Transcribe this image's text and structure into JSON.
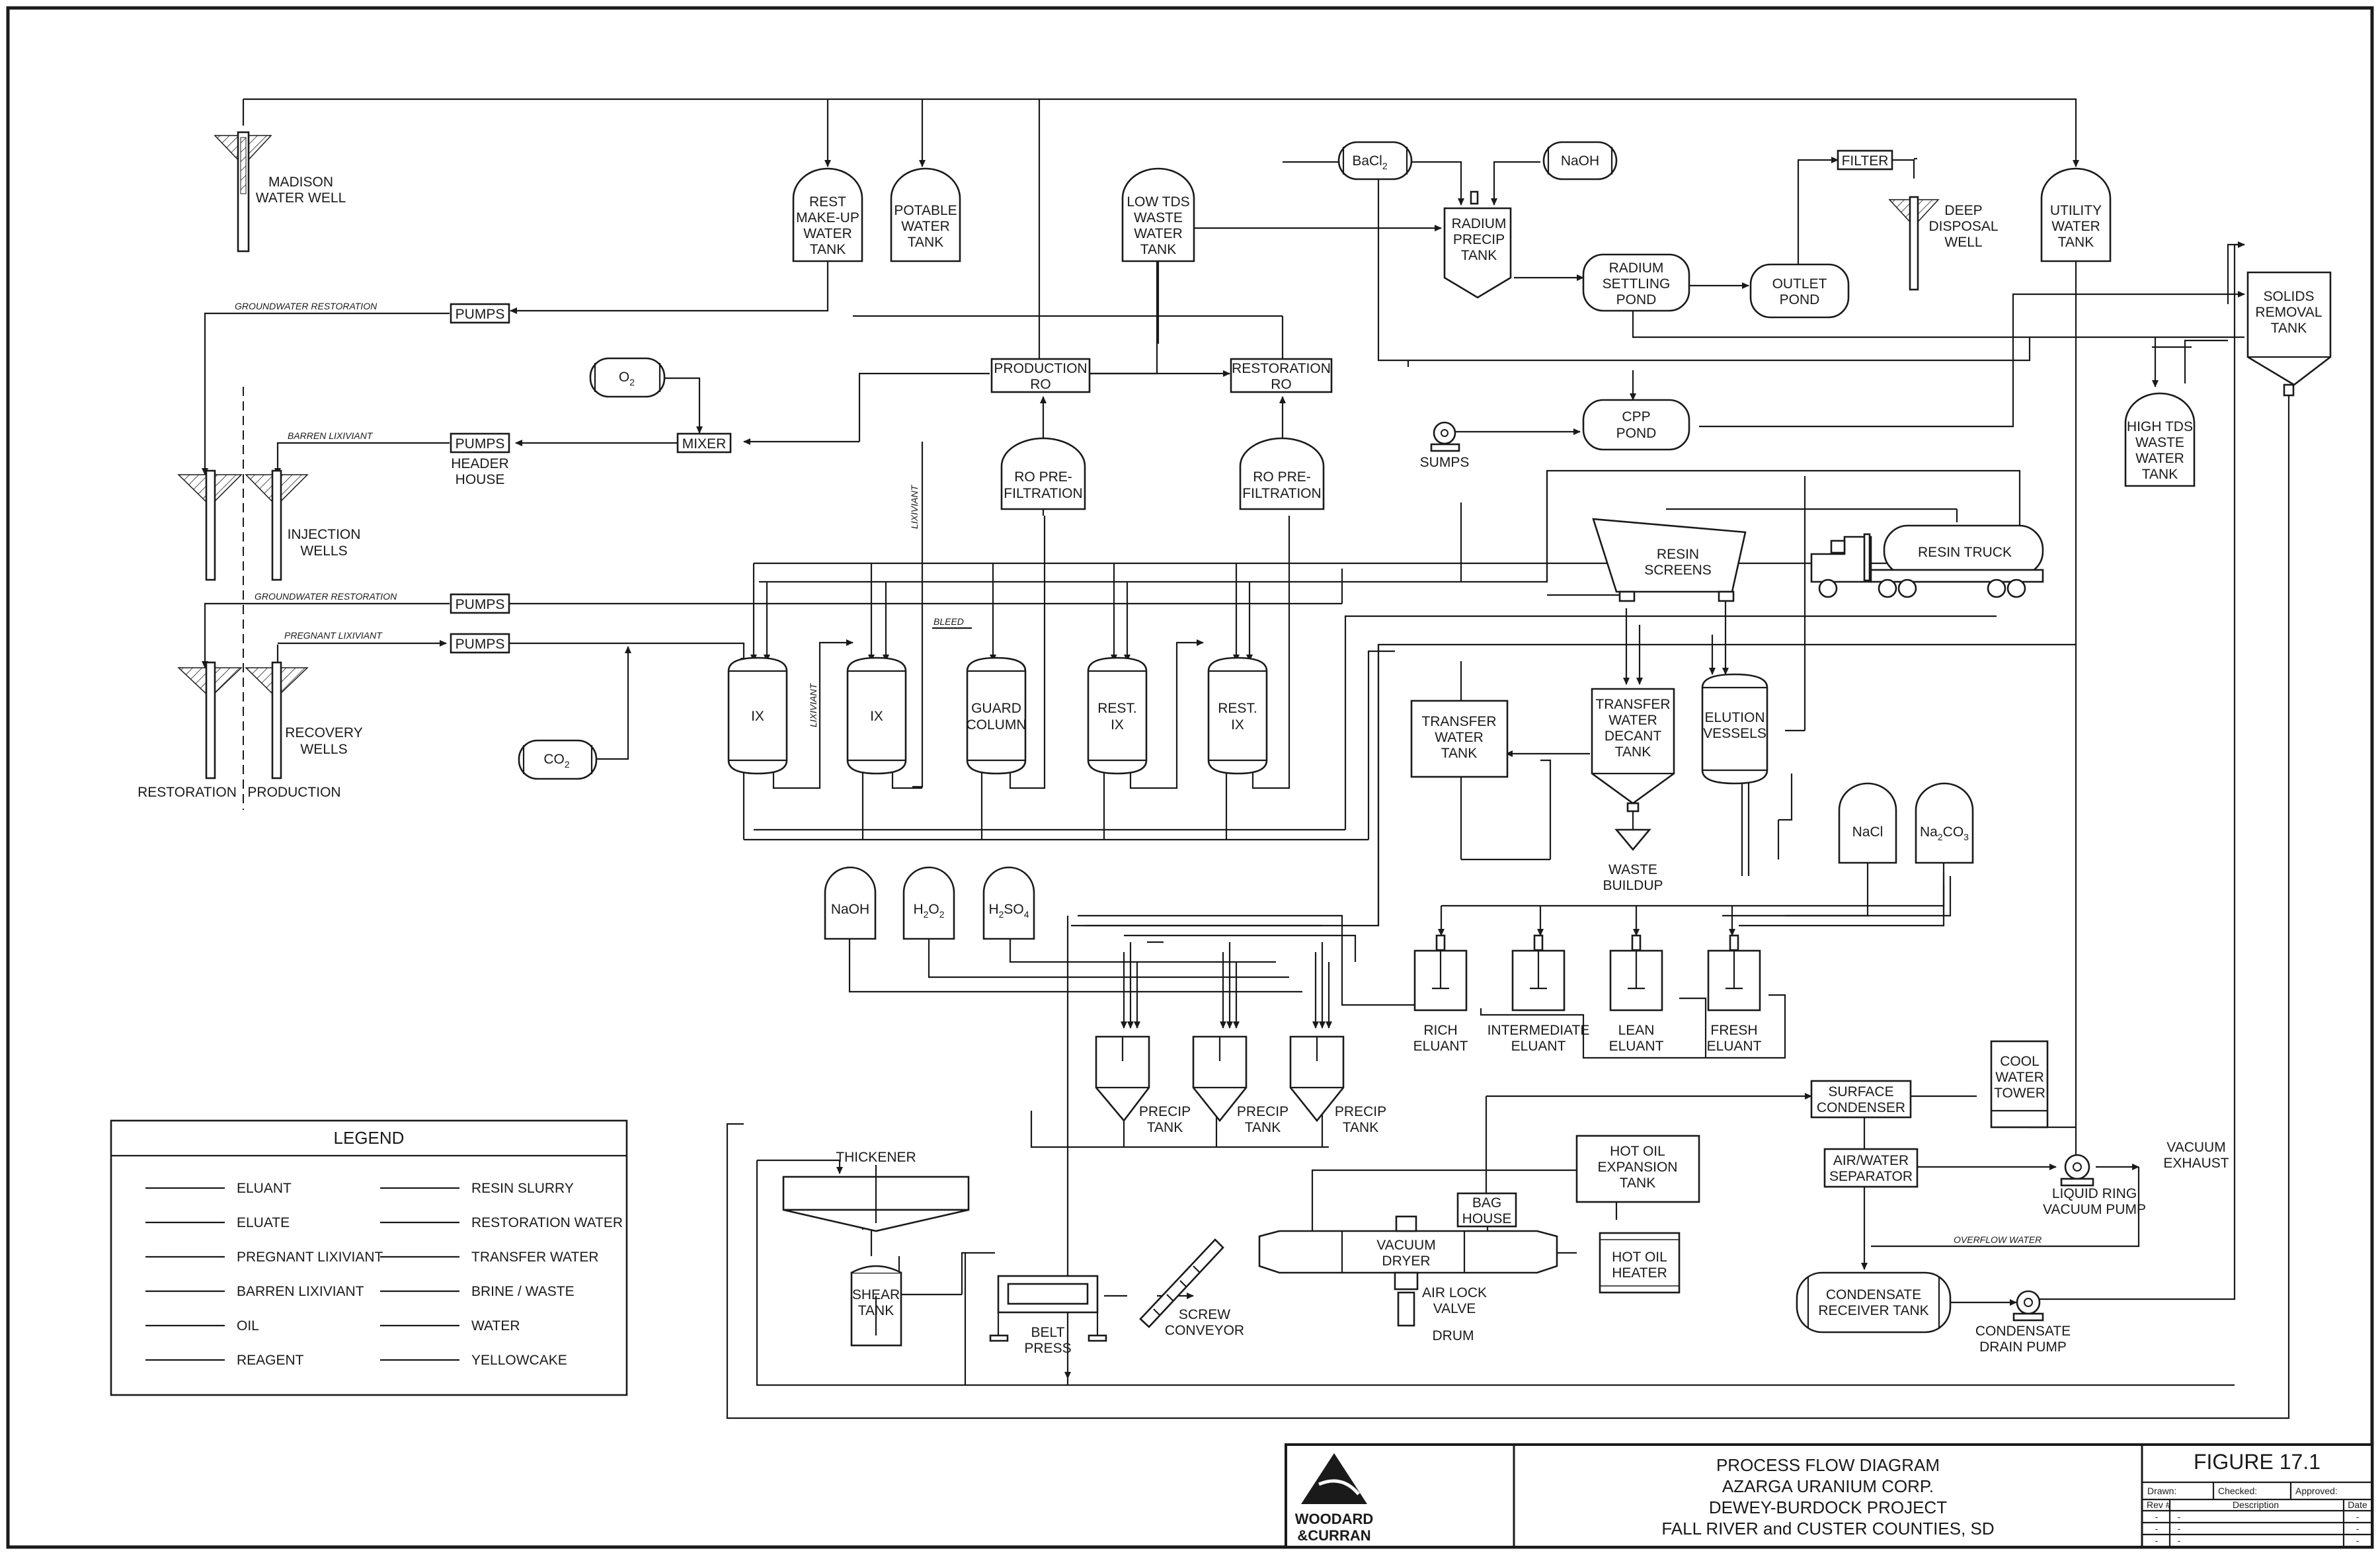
{
  "wells": {
    "madison": [
      "MADISON",
      "WATER WELL"
    ],
    "injection": [
      "INJECTION",
      "WELLS"
    ],
    "recovery": [
      "RECOVERY",
      "WELLS"
    ],
    "restoration_label": "RESTORATION",
    "production_label": "PRODUCTION"
  },
  "line_labels": {
    "gw_restoration_1": "GROUNDWATER RESTORATION",
    "barren": "BARREN LIXIVIANT",
    "gw_restoration_2": "GROUNDWATER RESTORATION",
    "pregnant": "PREGNANT LIXIVIANT",
    "lixiviant_v": "LIXIVIANT",
    "lixiviant_v2": "LIXIVIANT",
    "bleed": "BLEED",
    "overflow": "OVERFLOW WATER"
  },
  "boxes": {
    "pumps_1": "PUMPS",
    "pumps_2": "PUMPS",
    "pumps_3": "PUMPS",
    "pumps_4": "PUMPS",
    "header_house": [
      "HEADER",
      "HOUSE"
    ],
    "mixer": "MIXER",
    "production_ro": [
      "PRODUCTION",
      "RO"
    ],
    "restoration_ro": [
      "RESTORATION",
      "RO"
    ],
    "filter": "FILTER",
    "transfer_water_tank": [
      "TRANSFER",
      "WATER",
      "TANK"
    ],
    "surface_condenser": [
      "SURFACE",
      "CONDENSER"
    ],
    "air_water_separator": [
      "AIR/WATER",
      "SEPARATOR"
    ],
    "hot_oil_expansion": [
      "HOT OIL",
      "EXPANSION",
      "TANK"
    ],
    "hot_oil_heater": [
      "HOT OIL",
      "HEATER"
    ],
    "bag_house": [
      "BAG",
      "HOUSE"
    ],
    "cool_water_tower": [
      "COOL",
      "WATER",
      "TOWER"
    ]
  },
  "tanks": {
    "rest_makeup": [
      "REST",
      "MAKE-UP",
      "WATER",
      "TANK"
    ],
    "potable": [
      "POTABLE",
      "WATER",
      "TANK"
    ],
    "low_tds": [
      "LOW TDS",
      "WASTE",
      "WATER",
      "TANK"
    ],
    "radium_precip": [
      "RADIUM",
      "PRECIP",
      "TANK"
    ],
    "utility": [
      "UTILITY",
      "WATER",
      "TANK"
    ],
    "solids_removal": [
      "SOLIDS",
      "REMOVAL",
      "TANK"
    ],
    "high_tds": [
      "HIGH TDS",
      "WASTE",
      "WATER",
      "TANK"
    ],
    "ro_pre_1": [
      "RO PRE-",
      "FILTRATION"
    ],
    "ro_pre_2": [
      "RO PRE-",
      "FILTRATION"
    ],
    "transfer_decant": [
      "TRANSFER",
      "WATER",
      "DECANT",
      "TANK"
    ],
    "elution": [
      "ELUTION",
      "VESSELS"
    ],
    "nacl": "NaCl",
    "na2co3_main": "Na",
    "na2co3_sub": "2",
    "na2co3_tail": "CO",
    "na2co3_sub2": "3",
    "naoh_low": "NaOH",
    "h2o2_main": "H",
    "h2o2_sub": "2",
    "h2o2_o": "O",
    "h2o2_sub2": "2",
    "h2so4_main": "H",
    "h2so4_sub": "2",
    "h2so4_tail": "SO",
    "h2so4_sub2": "4",
    "thickener": "THICKENER",
    "shear": [
      "SHEAR",
      "TANK"
    ],
    "condensate_receiver": [
      "CONDENSATE",
      "RECEIVER TANK"
    ]
  },
  "drums": {
    "bacl2_main": "BaCl",
    "bacl2_sub": "2",
    "naoh": "NaOH",
    "o2_main": "O",
    "o2_sub": "2",
    "co2_main": "CO",
    "co2_sub": "2"
  },
  "ponds": {
    "radium_settling": [
      "RADIUM",
      "SETTLING",
      "POND"
    ],
    "outlet": [
      "OUTLET",
      "POND"
    ],
    "cpp": [
      "CPP",
      "POND"
    ]
  },
  "vessels": {
    "ix_1": "IX",
    "ix_2": "IX",
    "guard": [
      "GUARD",
      "COLUMN"
    ],
    "rest_ix_1": [
      "REST.",
      "IX"
    ],
    "rest_ix_2": [
      "REST.",
      "IX"
    ]
  },
  "other_labels": {
    "deep_disposal": [
      "DEEP",
      "DISPOSAL",
      "WELL"
    ],
    "sumps": "SUMPS",
    "resin_screens": [
      "RESIN",
      "SCREENS"
    ],
    "resin_truck": "RESIN TRUCK",
    "waste_buildup": [
      "WASTE",
      "BUILDUP"
    ],
    "rich_eluant": [
      "RICH",
      "ELUANT"
    ],
    "intermediate_eluant": [
      "INTERMEDIATE",
      "ELUANT"
    ],
    "lean_eluant": [
      "LEAN",
      "ELUANT"
    ],
    "fresh_eluant": [
      "FRESH",
      "ELUANT"
    ],
    "precip_1": [
      "PRECIP",
      "TANK"
    ],
    "precip_2": [
      "PRECIP",
      "TANK"
    ],
    "precip_3": [
      "PRECIP",
      "TANK"
    ],
    "belt_press": [
      "BELT",
      "PRESS"
    ],
    "screw_conveyor": [
      "SCREW",
      "CONVEYOR"
    ],
    "vacuum_dryer": [
      "VACUUM",
      "DRYER"
    ],
    "air_lock_valve": [
      "AIR LOCK",
      "VALVE"
    ],
    "drum": "DRUM",
    "liquid_ring": [
      "LIQUID RING",
      "VACUUM PUMP"
    ],
    "vacuum_exhaust": [
      "VACUUM",
      "EXHAUST"
    ],
    "condensate_drain": [
      "CONDENSATE",
      "DRAIN PUMP"
    ]
  },
  "legend": {
    "title": "LEGEND",
    "left": [
      "ELUANT",
      "ELUATE",
      "PREGNANT LIXIVIANT",
      "BARREN LIXIVIANT",
      "OIL",
      "REAGENT"
    ],
    "right": [
      "RESIN SLURRY",
      "RESTORATION WATER",
      "TRANSFER WATER",
      "BRINE / WASTE",
      "WATER",
      "YELLOWCAKE"
    ]
  },
  "title_block": {
    "logo": [
      "WOODARD",
      "&CURRAN"
    ],
    "lines": [
      "PROCESS FLOW DIAGRAM",
      "AZARGA URANIUM CORP.",
      "DEWEY-BURDOCK PROJECT",
      "FALL RIVER and CUSTER COUNTIES, SD"
    ],
    "figure": "FIGURE 17.1",
    "drawn": "Drawn:",
    "checked": "Checked:",
    "approved": "Approved:",
    "rev": "Rev #",
    "description": "Description",
    "date": "Date",
    "dash": "-"
  }
}
